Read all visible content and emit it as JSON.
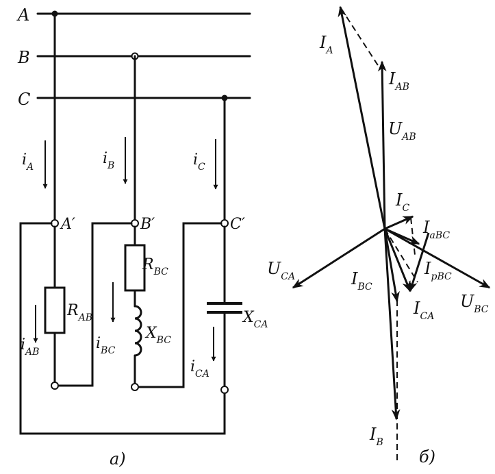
{
  "circuit": {
    "lines": {
      "a": "A",
      "b": "B",
      "c": "C"
    },
    "nodes": {
      "a": "A′",
      "b": "B′",
      "c": "C′"
    },
    "currents": {
      "ia": {
        "main": "i",
        "sub": "A"
      },
      "ib": {
        "main": "i",
        "sub": "B"
      },
      "ic": {
        "main": "i",
        "sub": "C"
      },
      "iab": {
        "main": "i",
        "sub": "AB"
      },
      "ibc": {
        "main": "i",
        "sub": "BC"
      },
      "ica": {
        "main": "i",
        "sub": "CA"
      }
    },
    "elements": {
      "rab": {
        "main": "R",
        "sub": "AB"
      },
      "rbc": {
        "main": "R",
        "sub": "BC"
      },
      "xbc": {
        "main": "X",
        "sub": "BC"
      },
      "xca": {
        "main": "X",
        "sub": "CA"
      }
    },
    "caption": "а)"
  },
  "phasor": {
    "labels": {
      "IA": {
        "main": "I",
        "sub": "A"
      },
      "IAB": {
        "main": "I",
        "sub": "AB"
      },
      "UAB": {
        "main": "U",
        "sub": "AB"
      },
      "IC": {
        "main": "I",
        "sub": "C"
      },
      "IaBC": {
        "main": "I",
        "sub": "aBC"
      },
      "UCA": {
        "main": "U",
        "sub": "CA"
      },
      "IBC": {
        "main": "I",
        "sub": "BC"
      },
      "IpBC": {
        "main": "I",
        "sub": "pBC"
      },
      "UBC": {
        "main": "U",
        "sub": "BC"
      },
      "ICA": {
        "main": "I",
        "sub": "CA"
      },
      "IB": {
        "main": "I",
        "sub": "B"
      }
    },
    "caption": "б)"
  }
}
